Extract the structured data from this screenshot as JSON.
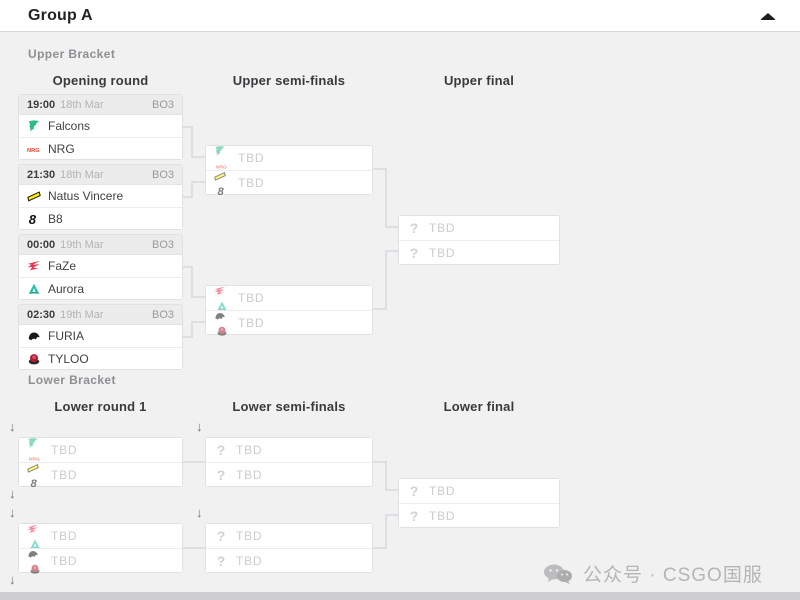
{
  "header": {
    "title": "Group A",
    "collapse_icon": "caret-up-icon"
  },
  "labels": {
    "tbd": "TBD"
  },
  "upper": {
    "section_label": "Upper Bracket",
    "columns": [
      "Opening round",
      "Upper semi-finals",
      "Upper final"
    ],
    "opening": [
      {
        "time": "19:00",
        "date": "18th Mar",
        "format": "BO3",
        "team1": "Falcons",
        "team1_icon": "falcons-icon",
        "team2": "NRG",
        "team2_icon": "nrg-icon"
      },
      {
        "time": "21:30",
        "date": "18th Mar",
        "format": "BO3",
        "team1": "Natus Vincere",
        "team1_icon": "navi-icon",
        "team2": "B8",
        "team2_icon": "b8-icon"
      },
      {
        "time": "00:00",
        "date": "19th Mar",
        "format": "BO3",
        "team1": "FaZe",
        "team1_icon": "faze-icon",
        "team2": "Aurora",
        "team2_icon": "aurora-icon"
      },
      {
        "time": "02:30",
        "date": "19th Mar",
        "format": "BO3",
        "team1": "FURIA",
        "team1_icon": "furia-icon",
        "team2": "TYLOO",
        "team2_icon": "tyloo-icon"
      }
    ]
  },
  "lower": {
    "section_label": "Lower Bracket",
    "columns": [
      "Lower round 1",
      "Lower semi-finals",
      "Lower final"
    ]
  },
  "team_colors": {
    "falcons": "#2ebd85",
    "nrg": "#e8452c",
    "navi_yellow": "#ffee00",
    "b8": "#141414",
    "faze": "#e4304b",
    "aurora": "#1ec2a7",
    "furia": "#1a1a1a",
    "tyloo": "#b01c30"
  },
  "ui_colors": {
    "page_background": "#f1f1f2",
    "card_border": "#e1e1e3",
    "match_header_bg": "#ececec",
    "connector": "#dfdfe1",
    "tbd_text": "#cccccd",
    "watermark_text": "#b5b5b7"
  },
  "icons": [
    "caret-up-icon",
    "drop-down-arrow-icon",
    "question-icon",
    "wechat-icon",
    "falcons-icon",
    "nrg-icon",
    "navi-icon",
    "b8-icon",
    "faze-icon",
    "aurora-icon",
    "furia-icon",
    "tyloo-icon"
  ],
  "watermark": {
    "text": "公众号 · CSGO国服"
  }
}
